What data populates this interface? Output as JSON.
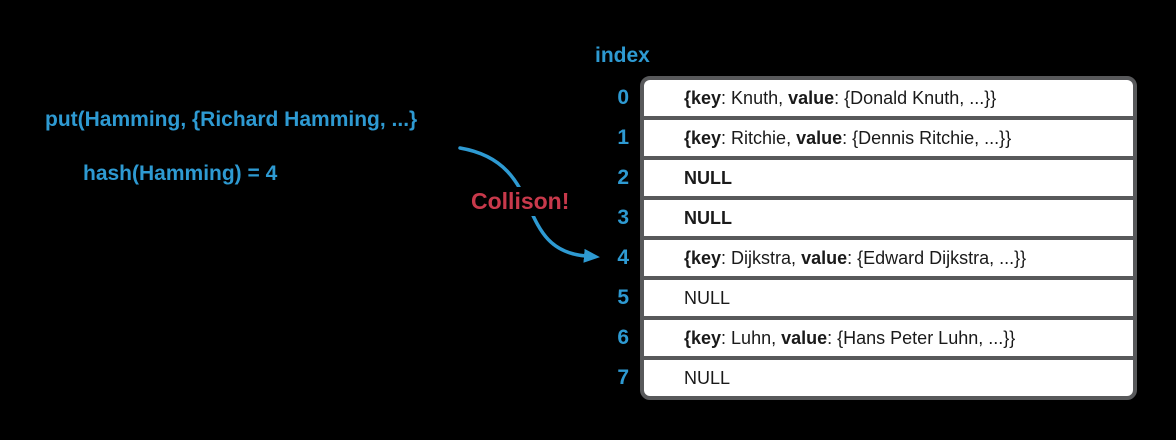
{
  "colors": {
    "background": "#000000",
    "accent_blue": "#2E9AD2",
    "alert_red": "#C8394B",
    "table_border_gray": "#58595B",
    "cell_background": "#FFFFFF",
    "cell_text": "#1A1A1A"
  },
  "annotation": {
    "put_call": "put(Hamming, {Richard Hamming, ...}",
    "hash_result": "hash(Hamming) = 4",
    "collision_label": "Collison!",
    "arrow_icon": "curved-arrow-pointing-to-index-4"
  },
  "table": {
    "index_label": "index",
    "rows": [
      {
        "index": "0",
        "segments": [
          {
            "t": "{key",
            "b": true
          },
          {
            "t": ": Knuth, ",
            "b": false
          },
          {
            "t": "value",
            "b": true
          },
          {
            "t": ": {Donald Knuth, ...}}",
            "b": false
          }
        ]
      },
      {
        "index": "1",
        "segments": [
          {
            "t": "{key",
            "b": true
          },
          {
            "t": ": Ritchie, ",
            "b": false
          },
          {
            "t": "value",
            "b": true
          },
          {
            "t": ": {Dennis Ritchie, ...}}",
            "b": false
          }
        ]
      },
      {
        "index": "2",
        "segments": [
          {
            "t": "NULL",
            "b": true
          }
        ]
      },
      {
        "index": "3",
        "segments": [
          {
            "t": "NULL",
            "b": true
          }
        ]
      },
      {
        "index": "4",
        "segments": [
          {
            "t": "{key",
            "b": true
          },
          {
            "t": ": Dijkstra, ",
            "b": false
          },
          {
            "t": "value",
            "b": true
          },
          {
            "t": ": {Edward Dijkstra, ...}}",
            "b": false
          }
        ]
      },
      {
        "index": "5",
        "segments": [
          {
            "t": "NULL",
            "b": false
          }
        ]
      },
      {
        "index": "6",
        "segments": [
          {
            "t": "{key",
            "b": true
          },
          {
            "t": ": Luhn, ",
            "b": false
          },
          {
            "t": "value",
            "b": true
          },
          {
            "t": ": {Hans Peter Luhn, ...}}",
            "b": false
          }
        ]
      },
      {
        "index": "7",
        "segments": [
          {
            "t": "NULL",
            "b": false
          }
        ]
      }
    ]
  }
}
